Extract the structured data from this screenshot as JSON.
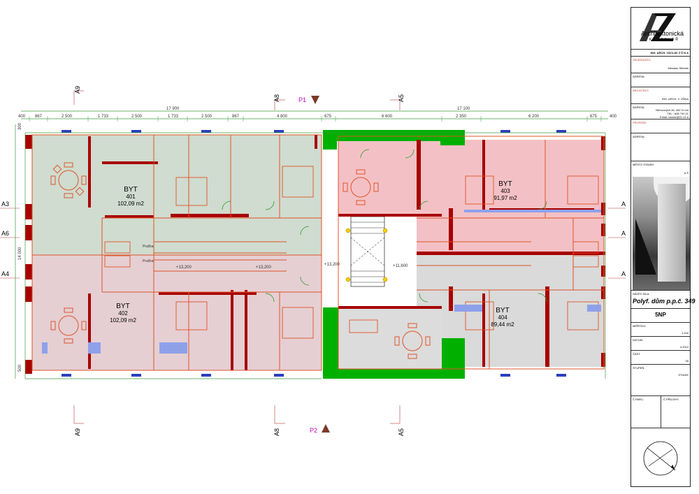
{
  "plan": {
    "section_markers": {
      "p1": "P1",
      "p2": "P2"
    },
    "axis_labels": {
      "a9": "A9",
      "a8": "A8",
      "a5": "A5",
      "a3": "A3",
      "a6": "A6",
      "a4": "A4"
    },
    "top_dims_upper": {
      "left_total": "17 900",
      "right_total": "17 100"
    },
    "top_dims_lower": [
      "400",
      "867",
      "2 500",
      "1 733",
      "2 500",
      "1 733",
      "2 500",
      "867",
      "4 800",
      "675",
      "6 600",
      "2 350",
      "6 200",
      "675",
      "400"
    ],
    "left_dims": [
      "300",
      "14 000",
      "500"
    ],
    "apartments": [
      {
        "title": "BYT",
        "number": "401",
        "area": "102,09 m2"
      },
      {
        "title": "BYT",
        "number": "402",
        "area": "102,09 m2"
      },
      {
        "title": "BYT",
        "number": "403",
        "area": "91,97 m2"
      },
      {
        "title": "BYT",
        "number": "404",
        "area": "89,44 m2"
      }
    ],
    "levels": {
      "l1": "+13,200",
      "l2": "+13,200",
      "l3": "+13,200",
      "l4": "+11,600"
    },
    "room_labels": {
      "pracka1": "Pračka",
      "pracka2": "Pračka"
    }
  },
  "title_block": {
    "firm_name": "Architektonická",
    "firm_sub": "KANCELÁŘ",
    "architect_header": "ING. ARCH. VÁCLAV Z Ů N A",
    "objednatel_label": "OBJEDNATEL:",
    "objednatel_value": "Miroslav Střeček",
    "adresa_label": "ADRESA:",
    "architekt_label": "ARCHITEKT:",
    "architekt_value": "ING. ARCH. V. ZŮNA",
    "adresa2_label": "ADRESA:",
    "adresa2_value1": "Němcových 46, 362 01 Ah",
    "adresa2_value2": "TEL.: 608 740 21",
    "adresa2_value3": "Email: vaclav@01 01 a",
    "profese_label": "PROFESE:",
    "adresa3_label": "ADRESA:",
    "misto_label": "MĚSTO STAVBY:",
    "misto_value": "A Š",
    "nazev_label": "NÁZEV DÍLA:",
    "nazev_value": "Polyf. dům p.p.č. 349",
    "floor": "5NP",
    "meritko_label": "MĚŘÍTKO:",
    "meritko_value": "1:100",
    "datum_label": "DATUM:",
    "datum_value": "4.2010",
    "cast_label": "ČÁST:",
    "cast_value": "05",
    "stupen_label": "STUPEŇ:",
    "stupen_value": "STUDIE",
    "cparc_label": "Č.PARC:",
    "cprilohy_label": "Č.PŘÍLOHY:"
  },
  "colors": {
    "wall": "#a80000",
    "pink": "#f3c1c5",
    "green": "#cfdccf",
    "grid": "#3d9b3d",
    "furniture": "#e0532a",
    "blue": "#2a3fbf",
    "stairfill": "#00b000"
  }
}
